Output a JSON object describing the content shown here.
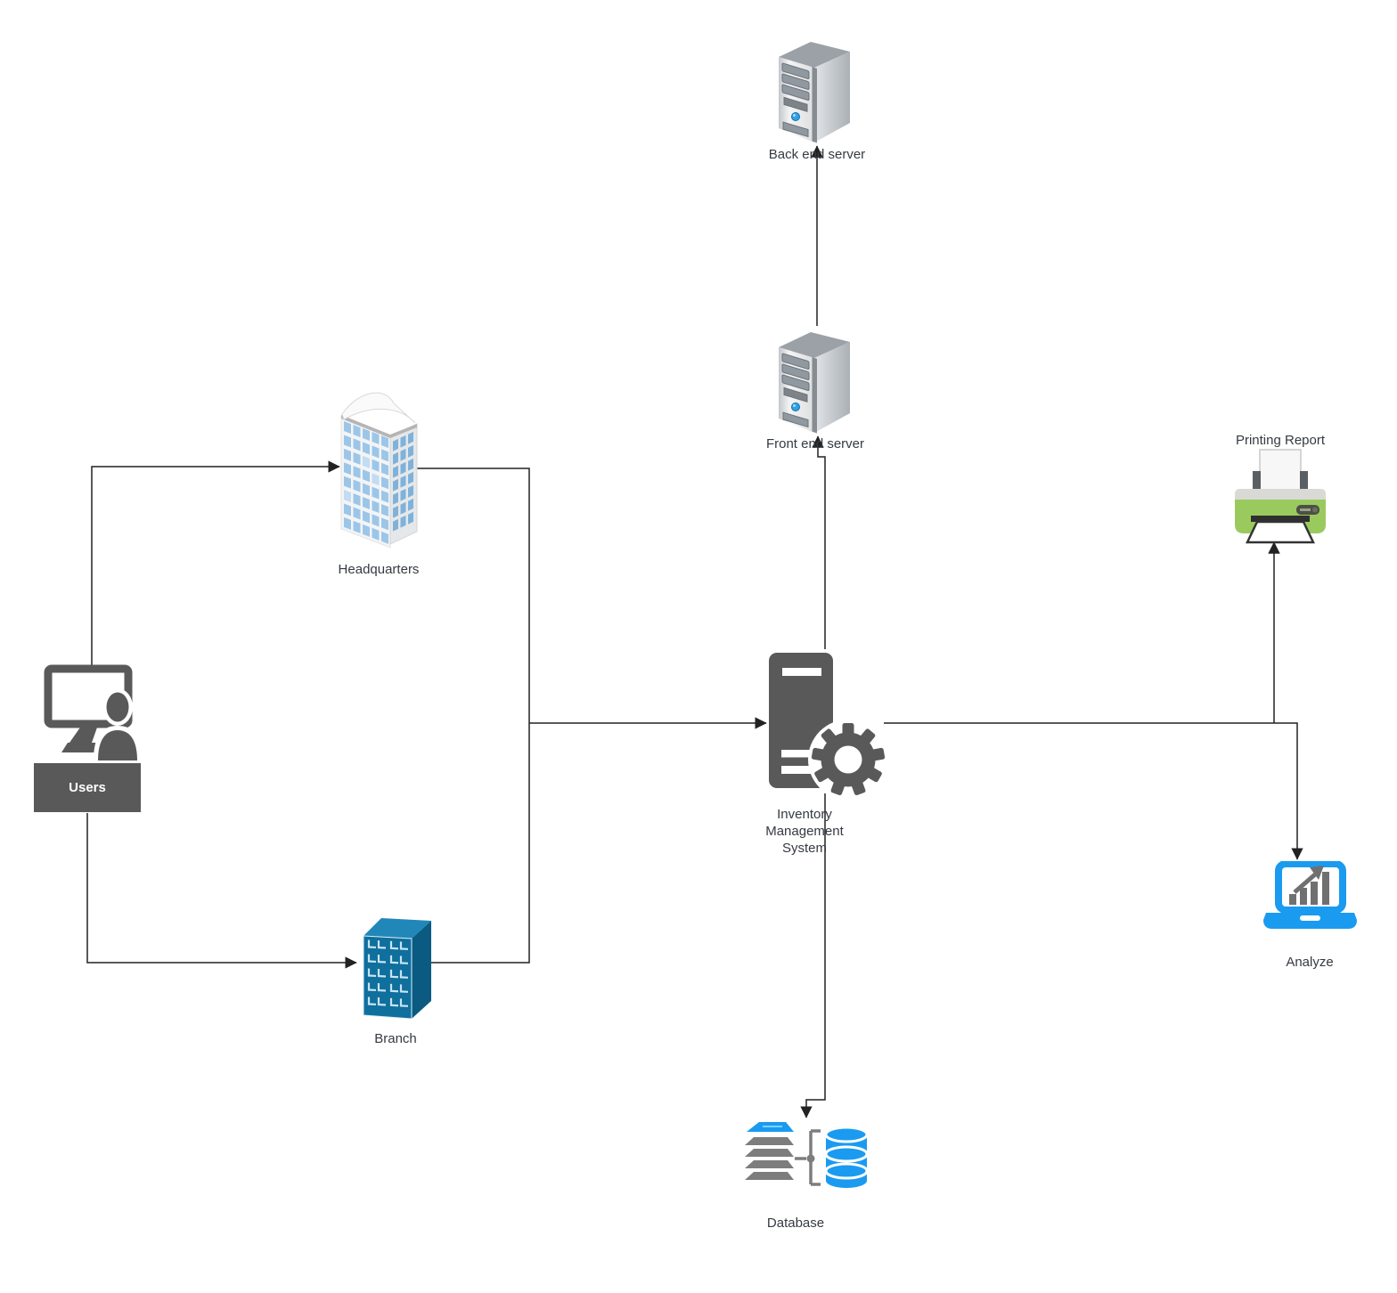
{
  "diagram": {
    "background": "#ffffff",
    "nodes": {
      "back_end_server": {
        "label": "Back end server",
        "type": "tower-server"
      },
      "front_end_server": {
        "label": "Front end server",
        "type": "tower-server"
      },
      "headquarters": {
        "label": "Headquarters",
        "type": "office-building"
      },
      "users": {
        "label": "Users",
        "type": "user-workstation"
      },
      "branch": {
        "label": "Branch",
        "type": "branch-building"
      },
      "inventory_management_system": {
        "label_lines": [
          "Inventory",
          "Management",
          "System"
        ],
        "type": "application-server-gear"
      },
      "printing_report": {
        "label": "Printing Report",
        "type": "printer"
      },
      "analyze": {
        "label": "Analyze",
        "type": "laptop-chart"
      },
      "database": {
        "label": "Database",
        "type": "database-stack-cylinder"
      }
    },
    "edges": [
      {
        "from": "users",
        "to": "headquarters"
      },
      {
        "from": "users",
        "to": "branch"
      },
      {
        "from": "headquarters",
        "to": "inventory_management_system"
      },
      {
        "from": "branch",
        "to": "inventory_management_system"
      },
      {
        "from": "inventory_management_system",
        "to": "front_end_server"
      },
      {
        "from": "front_end_server",
        "to": "back_end_server"
      },
      {
        "from": "inventory_management_system",
        "to": "printing_report"
      },
      {
        "from": "inventory_management_system",
        "to": "analyze"
      },
      {
        "from": "inventory_management_system",
        "to": "database"
      }
    ],
    "colors": {
      "node_dark_gray": "#595959",
      "branch_blue": "#0f6f9d",
      "bright_blue": "#1a9bf0",
      "printer_green": "#9aca5e",
      "server_gray": "#c7cbd0",
      "connector": "#222222",
      "label_text": "#353a42"
    }
  }
}
